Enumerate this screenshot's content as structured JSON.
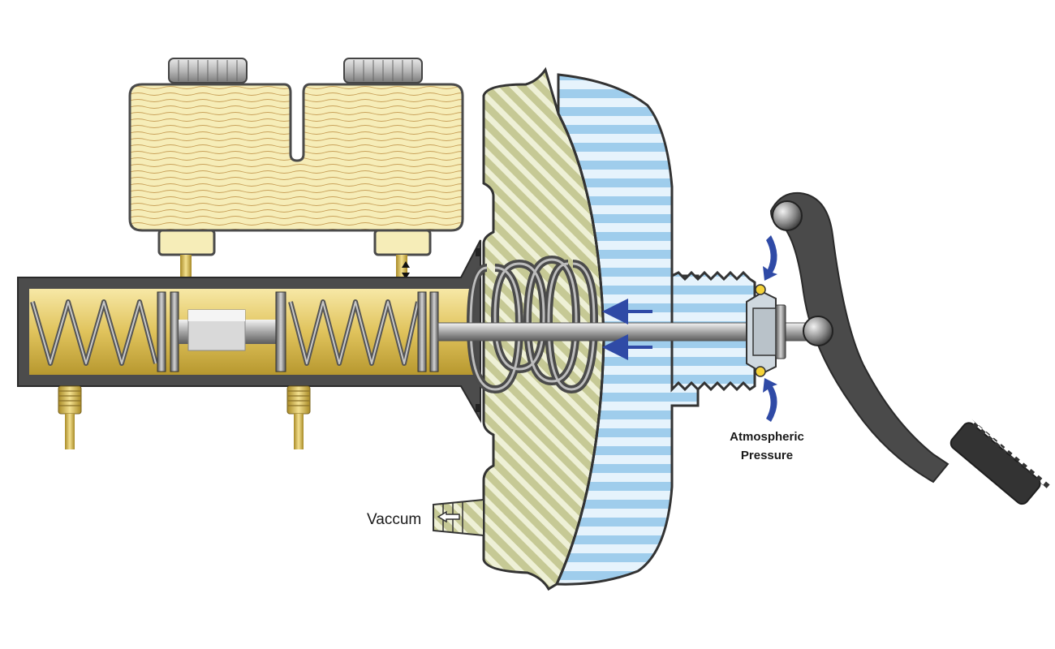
{
  "labels": {
    "vacuum": "Vaccum",
    "atmospheric_line1": "Atmospheric",
    "atmospheric_line2": "Pressure"
  },
  "colors": {
    "fluid_yellow": "#f6ecb0",
    "brass": "#e2c866",
    "booster_olive": "#cfd2a0",
    "booster_blue": "#a9d4f0",
    "body_gray": "#4c4c4c",
    "arrow_blue": "#2f4aa6",
    "valve_yellow": "#f5d33a"
  },
  "icons": [
    "up-down-arrow-icon",
    "flow-arrow-icon",
    "vacuum-arrow-icon",
    "air-inflow-arrow-icon"
  ]
}
